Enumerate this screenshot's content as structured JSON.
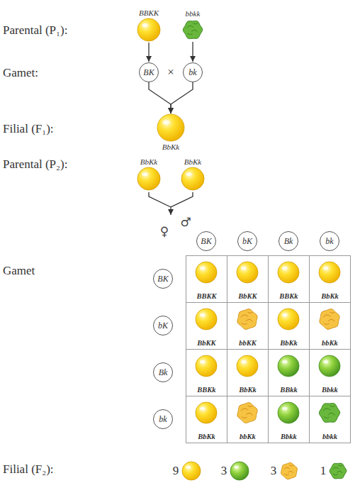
{
  "diagram": {
    "nodes": [
      {
        "text": [
          "BBKK"
        ]
      },
      {
        "text": [
          "bbkk"
        ]
      },
      {
        "text": [
          "BK"
        ]
      },
      {
        "text": [
          "bk"
        ]
      },
      {
        "text": [
          "BbKk"
        ]
      },
      {
        "text": [
          "BbKk"
        ]
      },
      {
        "text": [
          "BbKk"
        ]
      },
      {
        "text": [
          "BK"
        ]
      },
      {
        "text": [
          "bK"
        ]
      },
      {
        "text": [
          "Bk"
        ]
      },
      {
        "text": [
          "bk"
        ]
      },
      {
        "text": [
          "BK"
        ]
      },
      {
        "text": [
          "BBKK"
        ]
      },
      {
        "text": [
          "BbKK"
        ]
      },
      {
        "text": [
          "BBKk"
        ]
      },
      {
        "text": [
          "BbKk"
        ]
      },
      {
        "text": [
          "bK"
        ]
      },
      {
        "text": [
          "BbKK"
        ]
      },
      {
        "text": [
          "bbKK"
        ]
      },
      {
        "text": [
          "BbKk"
        ]
      },
      {
        "text": [
          "bbKk"
        ]
      },
      {
        "text": [
          "Bk"
        ]
      },
      {
        "text": [
          "BBKk"
        ]
      },
      {
        "text": [
          "BbKk"
        ]
      },
      {
        "text": [
          "BBkk"
        ]
      },
      {
        "text": [
          "Bbkk"
        ]
      },
      {
        "text": [
          "bk"
        ]
      },
      {
        "text": [
          "BbKk"
        ]
      },
      {
        "text": [
          "bbKk"
        ]
      },
      {
        "text": [
          "Bbkk"
        ]
      },
      {
        "text": [
          "bbkk"
        ]
      }
    ],
    "edges": [
      {
        "from": 0,
        "to": 2,
        "arrow": "to"
      },
      {
        "from": 1,
        "to": 3,
        "arrow": "to"
      },
      {
        "from": 2,
        "to": 4,
        "arrow": "to"
      },
      {
        "from": 3,
        "to": 4,
        "arrow": "to"
      }
    ],
    "labels": [
      "Parental (P₁):",
      "Gamet:",
      "×",
      "Filial (F₁):",
      "Parental (P₂):",
      "Gamet",
      "♀",
      "♂",
      "Filial (F₂):",
      "9",
      "3",
      "3",
      "1"
    ]
  }
}
